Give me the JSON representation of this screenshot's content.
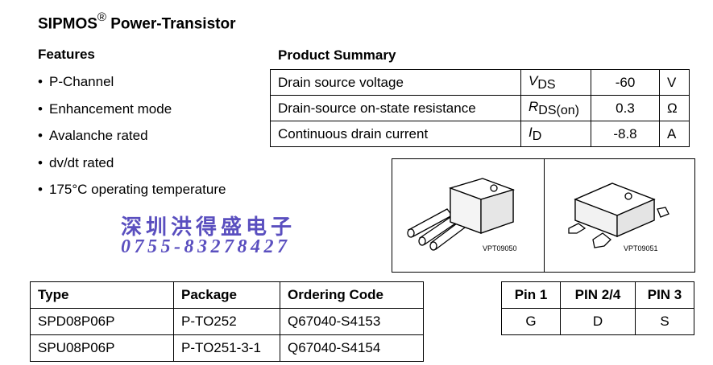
{
  "title": {
    "main": "SIPMOS",
    "mark": "®",
    "rest": " Power-Transistor"
  },
  "features": {
    "heading": "Features",
    "items": [
      {
        "bullet": "•",
        "text": "P-Channel"
      },
      {
        "bullet": "•",
        "text": "Enhancement mode"
      },
      {
        "bullet": "•",
        "text": "Avalanche rated"
      },
      {
        "bullet": "•",
        "text": "dv/dt rated"
      },
      {
        "bullet": "•",
        "text": "175°C operating temperature"
      }
    ]
  },
  "product_summary": {
    "heading": "Product Summary",
    "rows": [
      {
        "parameter": "Drain source voltage",
        "symbol": "V",
        "symbol_sub": "DS",
        "value": "-60",
        "unit": "V"
      },
      {
        "parameter": "Drain-source on-state resistance",
        "symbol": "R",
        "symbol_sub": "DS(on)",
        "value": "0.3",
        "unit": "Ω"
      },
      {
        "parameter": "Continuous drain current",
        "symbol": "I",
        "symbol_sub": "D",
        "value": "-8.8",
        "unit": "A"
      }
    ]
  },
  "packages": [
    {
      "label": "VPT09050"
    },
    {
      "label": "VPT09051"
    }
  ],
  "watermark": {
    "company": "深圳洪得盛电子",
    "phone": "0755-83278427",
    "color": "#5a4fbf"
  },
  "ordering": {
    "headers": [
      "Type",
      "Package",
      "Ordering Code"
    ],
    "rows": [
      [
        "SPD08P06P",
        "P-TO252",
        "Q67040-S4153"
      ],
      [
        "SPU08P06P",
        "P-TO251-3-1",
        "Q67040-S4154"
      ]
    ]
  },
  "pins": {
    "headers": [
      "Pin 1",
      "PIN 2/4",
      "PIN 3"
    ],
    "values": [
      "G",
      "D",
      "S"
    ]
  }
}
